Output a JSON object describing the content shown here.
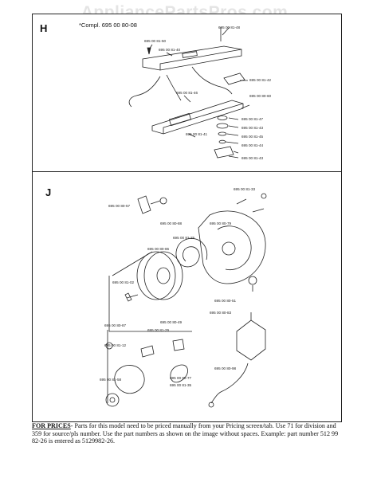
{
  "watermark": "AppliancePartsPros.com",
  "section_h": {
    "letter": "H",
    "complete_label": "*Compl. 695 00 80-08",
    "parts": [
      "695 00 81-48",
      "695 00 81-50",
      "695 00 81-40",
      "695 00 81-42",
      "695 00 81-46",
      "695 00 80-60",
      "695 00 81-47",
      "695 00 81-41",
      "695 00 81-43",
      "695 00 81-45",
      "695 00 81-44",
      "695 00 81-43"
    ]
  },
  "section_j": {
    "letter": "J",
    "parts": [
      "695 00 81-33",
      "695 00 80-57",
      "695 00 80-88",
      "695 00 80-79",
      "695 00 81-25",
      "695 00 80-86",
      "695 00 81-02",
      "695 00 80-51",
      "695 00 80-83",
      "695 00 80-87",
      "695 00 80-49",
      "695 00 81-29",
      "695 00 81-12",
      "695 00 80-98",
      "695 00 81-58",
      "695 00 80-77",
      "695 00 81-35"
    ]
  },
  "footer": {
    "lead": "FOR PRICES",
    "text": "- Parts for this model need to be priced manually from your Pricing screen/tab. Use 71 for division and 359 for source/pls number.  Use the part numbers as shown on the image without spaces.  Example: part number 512 99 82-26 is entered as 5129982-26."
  }
}
